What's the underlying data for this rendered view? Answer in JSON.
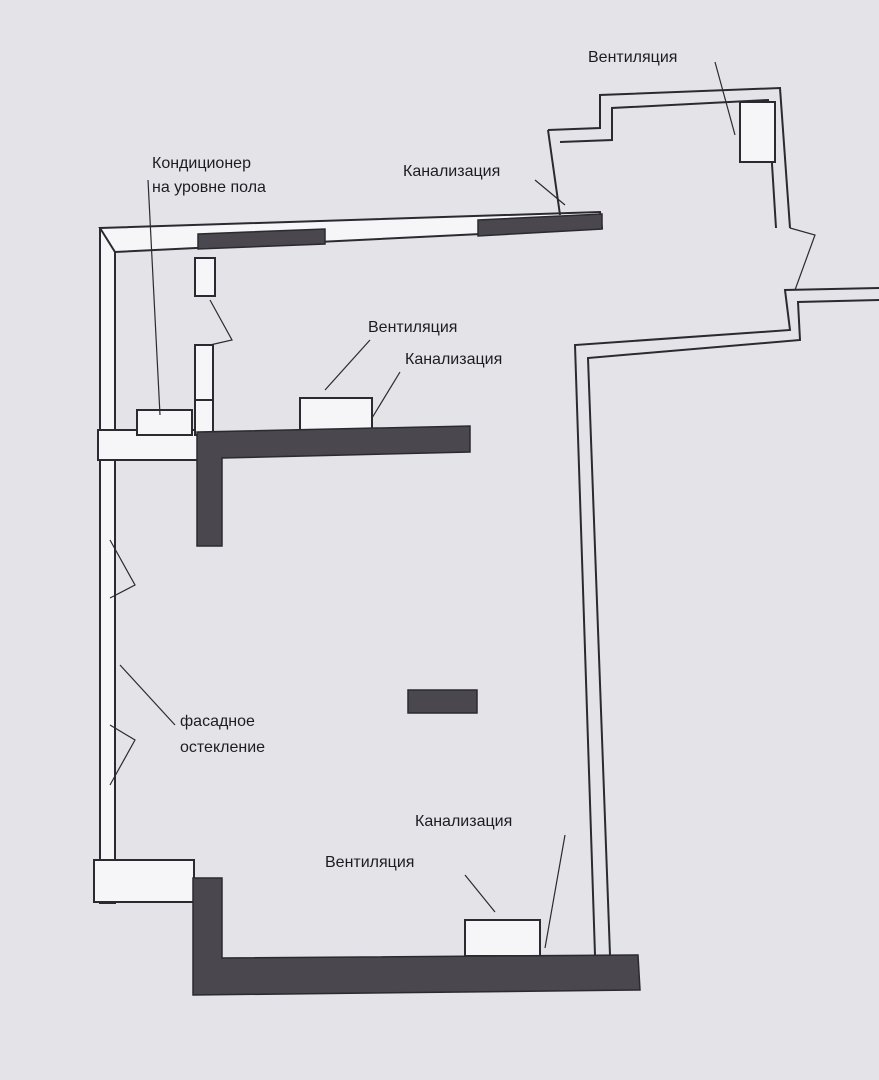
{
  "labels": {
    "vent_top_right": "Вентиляция",
    "kanal_top": "Канализация",
    "conditioner_line1": "Кондиционер",
    "conditioner_line2": "на уровне пола",
    "vent_middle": "Вентиляция",
    "kanal_middle": "Канализация",
    "facade_line1": "фасадное",
    "facade_line2": "остекление",
    "kanal_bottom": "Канализация",
    "vent_bottom": "Вентиляция"
  },
  "colors": {
    "paper": "#e4e4e8",
    "wall_dark": "#4a474e",
    "line": "#2a2a30",
    "wall_light": "#f6f6f8"
  }
}
